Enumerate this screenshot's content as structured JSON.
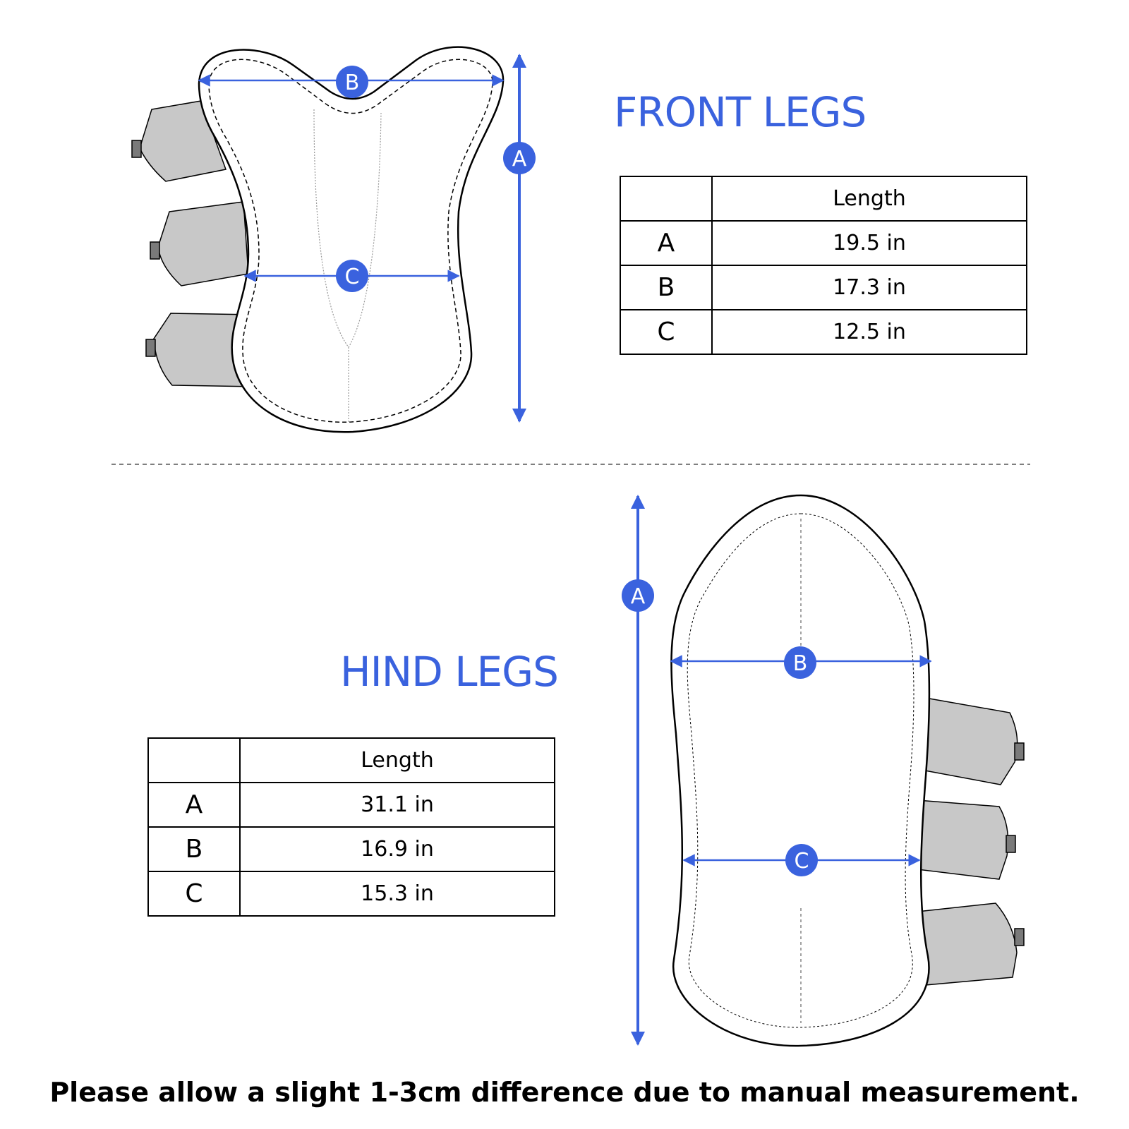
{
  "colors": {
    "accent": "#3a62de",
    "outline": "#000000",
    "strap_fill": "#c8c8c8",
    "hook_fill": "#7a7a7a"
  },
  "front": {
    "title": "FRONT LEGS",
    "markers": {
      "a": "A",
      "b": "B",
      "c": "C"
    },
    "table": {
      "header": {
        "key": "",
        "value": "Length"
      },
      "rows": [
        {
          "key": "A",
          "value": "19.5 in"
        },
        {
          "key": "B",
          "value": "17.3 in"
        },
        {
          "key": "C",
          "value": "12.5 in"
        }
      ]
    }
  },
  "hind": {
    "title": "HIND LEGS",
    "markers": {
      "a": "A",
      "b": "B",
      "c": "C"
    },
    "table": {
      "header": {
        "key": "",
        "value": "Length"
      },
      "rows": [
        {
          "key": "A",
          "value": "31.1 in"
        },
        {
          "key": "B",
          "value": "16.9 in"
        },
        {
          "key": "C",
          "value": "15.3 in"
        }
      ]
    }
  },
  "footer": {
    "note": "Please allow a slight 1-3cm difference due to manual measurement."
  }
}
